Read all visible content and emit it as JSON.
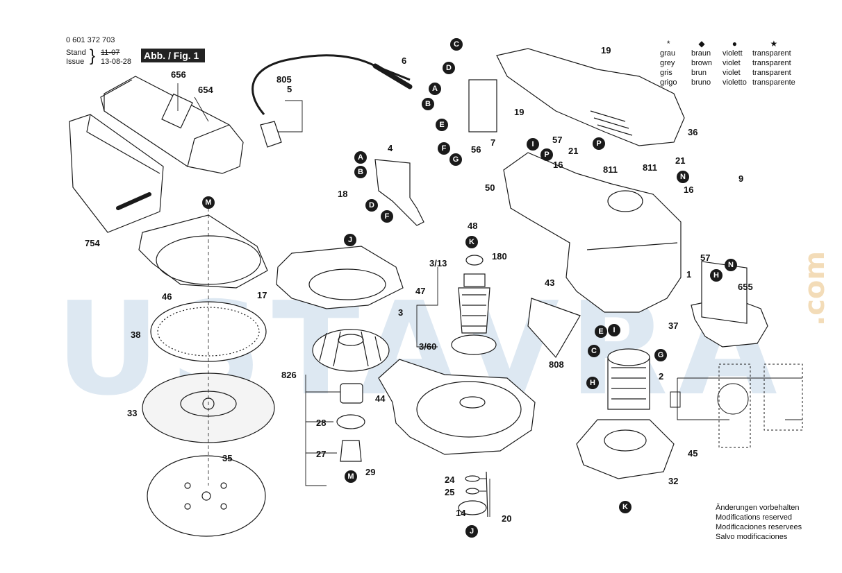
{
  "header": {
    "part_number": "0 601 372 703",
    "stand_label": "Stand",
    "issue_label": "Issue",
    "stand_value": "11-07",
    "issue_value": "13-08-28",
    "figure_label": "Abb. / Fig. 1"
  },
  "legend": {
    "columns": [
      {
        "symbol": "*",
        "lines": [
          "grau",
          "grey",
          "gris",
          "grigo"
        ]
      },
      {
        "symbol": "◆",
        "lines": [
          "braun",
          "brown",
          "brun",
          "bruno"
        ]
      },
      {
        "symbol": "●",
        "lines": [
          "violett",
          "violet",
          "violet",
          "violetto"
        ]
      },
      {
        "symbol": "★",
        "lines": [
          "transparent",
          "transparent",
          "transparent",
          "transparente"
        ]
      }
    ]
  },
  "notes": [
    "Änderungen vorbehalten",
    "Modifications reserved",
    "Modificaciones reservees",
    "Salvo modificaciones"
  ],
  "watermark": {
    "text": "USTAVRA",
    "domain": ".com",
    "color_main": "#d8e4f0",
    "color_accent": "#f5deb8"
  },
  "part_labels": [
    "1",
    "2",
    "3",
    "3/13",
    "3/60",
    "4",
    "5",
    "6",
    "7",
    "9",
    "14",
    "16",
    "17",
    "18",
    "19",
    "20",
    "21",
    "24",
    "25",
    "27",
    "28",
    "29",
    "32",
    "33",
    "35",
    "36",
    "37",
    "38",
    "43",
    "44",
    "45",
    "46",
    "47",
    "48",
    "50",
    "56",
    "57",
    "180",
    "654",
    "655",
    "656",
    "754",
    "805",
    "808",
    "811",
    "826"
  ],
  "connector_letters": [
    "A",
    "B",
    "C",
    "D",
    "E",
    "F",
    "G",
    "H",
    "I",
    "J",
    "K",
    "M",
    "N",
    "P"
  ],
  "colors": {
    "line": "#1a1a1a",
    "badge_fill": "#1a1a1a",
    "badge_text": "#ffffff"
  }
}
